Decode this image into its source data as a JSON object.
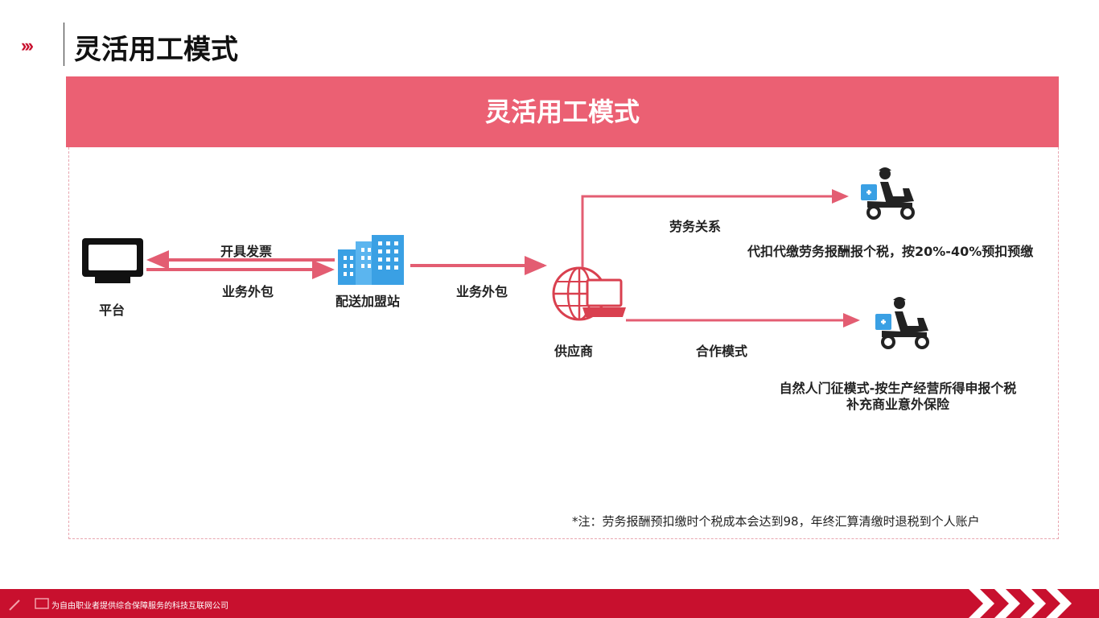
{
  "header": {
    "title": "灵活用工模式"
  },
  "banner": {
    "title": "灵活用工模式"
  },
  "diagram": {
    "platform_label": "平台",
    "invoice_label": "开具发票",
    "outsource_label_left": "业务外包",
    "station_label": "配送加盟站",
    "outsource_label_mid": "业务外包",
    "supplier_label": "供应商",
    "labor_relation_label": "劳务关系",
    "labor_desc": "代扣代缴劳务报酬报个税，按20%-40%预扣预缴",
    "cooperation_label": "合作模式",
    "coop_desc_line1": "自然人门征模式-按生产经营所得申报个税",
    "coop_desc_line2": "补充商业意外保险"
  },
  "note": {
    "text": "*注：劳务报酬预扣缴时个税成本会达到98，年终汇算清缴时退税到个人账户"
  },
  "footer": {
    "text": "为自由职业者提供综合保障服务的科技互联网公司"
  },
  "colors": {
    "brand_red": "#c8102e",
    "banner_pink": "#eb6073",
    "arrow_pink": "#e35d72",
    "building_blue": "#3aa0e4"
  },
  "icons": [
    "chevrons-icon",
    "monitor-icon",
    "buildings-icon",
    "globe-laptop-icon",
    "delivery-scooter-icon"
  ]
}
